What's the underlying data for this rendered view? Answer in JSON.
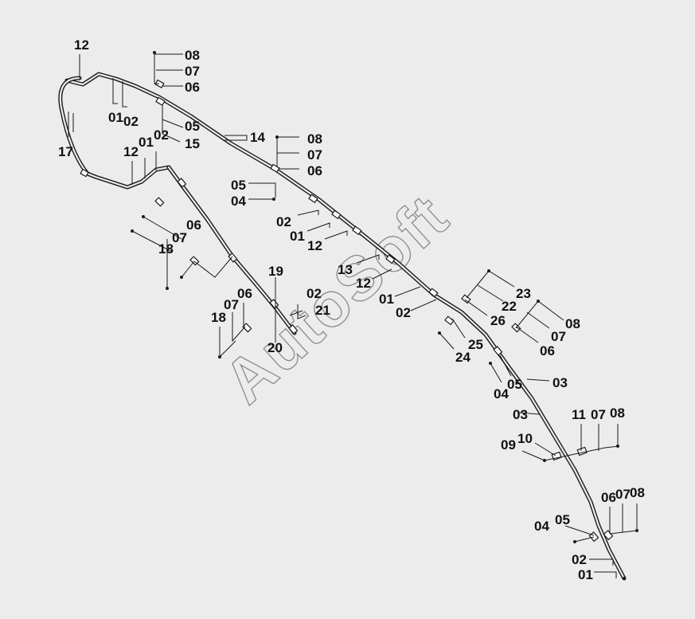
{
  "watermark": "AutoSoft",
  "colors": {
    "background": "#ececec",
    "line": "#1a1a1a",
    "watermark": "#8a8a8a"
  },
  "part_labels": [
    {
      "id": "12",
      "name": "part-12"
    },
    {
      "id": "17",
      "name": "part-17"
    },
    {
      "id": "01",
      "name": "part-01"
    },
    {
      "id": "02",
      "name": "part-02"
    },
    {
      "id": "08",
      "name": "part-08"
    },
    {
      "id": "07",
      "name": "part-07"
    },
    {
      "id": "06",
      "name": "part-06"
    },
    {
      "id": "05",
      "name": "part-05"
    },
    {
      "id": "15",
      "name": "part-15"
    },
    {
      "id": "14",
      "name": "part-14"
    },
    {
      "id": "04",
      "name": "part-04"
    },
    {
      "id": "18",
      "name": "part-18"
    },
    {
      "id": "13",
      "name": "part-13"
    },
    {
      "id": "19",
      "name": "part-19"
    },
    {
      "id": "20",
      "name": "part-20"
    },
    {
      "id": "21",
      "name": "part-21"
    },
    {
      "id": "23",
      "name": "part-23"
    },
    {
      "id": "22",
      "name": "part-22"
    },
    {
      "id": "26",
      "name": "part-26"
    },
    {
      "id": "25",
      "name": "part-25"
    },
    {
      "id": "24",
      "name": "part-24"
    },
    {
      "id": "03",
      "name": "part-03"
    },
    {
      "id": "11",
      "name": "part-11"
    },
    {
      "id": "10",
      "name": "part-10"
    },
    {
      "id": "09",
      "name": "part-09"
    }
  ]
}
